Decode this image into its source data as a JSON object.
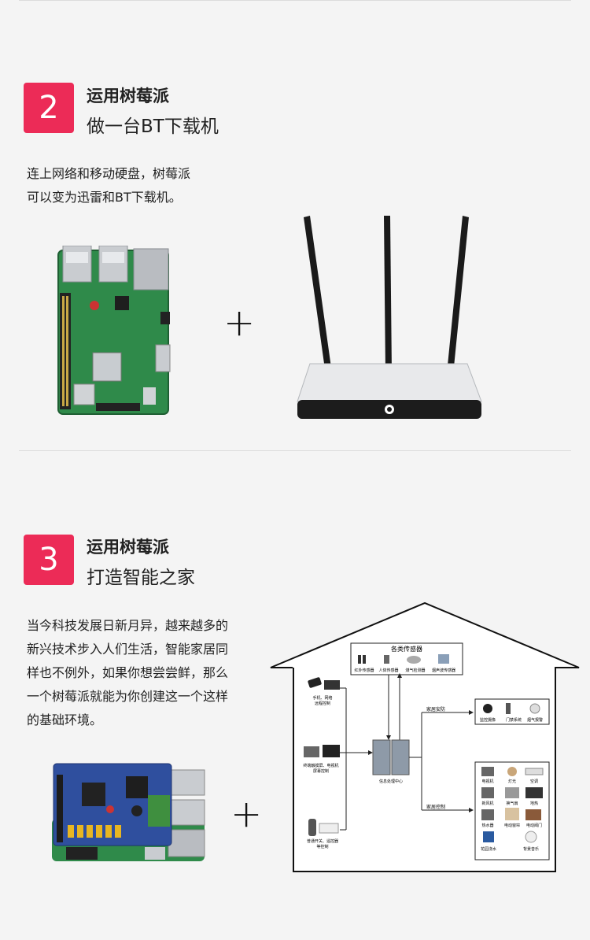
{
  "section2": {
    "number": "2",
    "title": "运用树莓派",
    "subtitle": "做一台BT下载机",
    "description": [
      "连上网络和移动硬盘，树莓派",
      "可以变为迅雷和BT下载机。"
    ],
    "plus": "+"
  },
  "section3": {
    "number": "3",
    "title": "运用树莓派",
    "subtitle": "打造智能之家",
    "description": [
      "当今科技发展日新月异，越来越多的",
      "新兴技术步入人们生活，智能家居同",
      "样也不例外，如果你想尝尝鲜，那么",
      "一个树莓派就能为你创建这一个这样",
      "的基础环境。"
    ],
    "plus": "+"
  },
  "diagram": {
    "sensors_title": "各类传感器",
    "sensors": [
      "红外传感器",
      "人体传感器",
      "煤气检测器",
      "烟声波传感器"
    ],
    "left_devices": [
      [
        "手机、网络",
        "远程控制"
      ],
      [
        "终端触摸屏、电视机",
        "屏幕控制"
      ],
      [
        "普通开关、遥控器",
        "等控制"
      ]
    ],
    "center_label": "信息处理中心",
    "security_label": "家居安防",
    "security_items": [
      "监控摄像",
      "门禁系统",
      "烟气报警"
    ],
    "control_label": "家居控制",
    "control_items": [
      "电视机",
      "灯光",
      "空调",
      "新风机",
      "换气扇",
      "地热",
      "热水器",
      "电动窗帘",
      "电动阀门",
      "花园浇水",
      "背景音乐"
    ]
  }
}
